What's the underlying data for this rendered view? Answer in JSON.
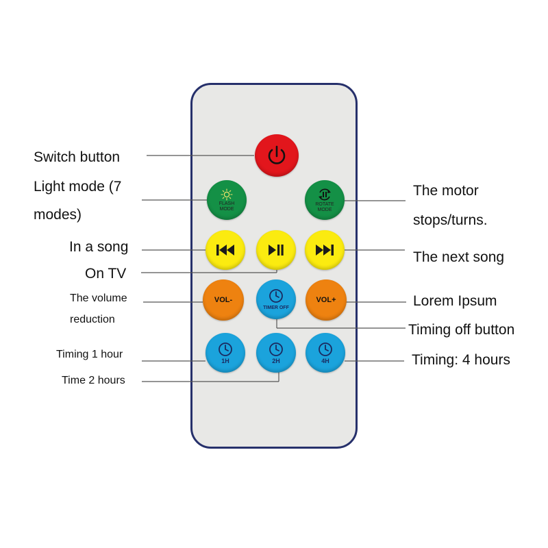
{
  "remote": {
    "body_color": "#e8e8e6",
    "border_color": "#26306b",
    "buttons": {
      "power": {
        "icon": "power-icon",
        "color": "#e2161c"
      },
      "flash": {
        "icon": "sun-icon",
        "line1": "FLASH",
        "line2": "MODE",
        "color": "#149046"
      },
      "rotate": {
        "icon": "rotate-pause-icon",
        "line1": "ROTATE",
        "line2": "MODE",
        "color": "#149046"
      },
      "prev": {
        "icon": "skip-previous-icon",
        "color": "#fbeb10"
      },
      "play_pause": {
        "icon": "play-pause-icon",
        "color": "#fbeb10"
      },
      "next": {
        "icon": "skip-next-icon",
        "color": "#fbeb10"
      },
      "vol_down": {
        "label": "VOL-",
        "color": "#ee8210"
      },
      "timer_off": {
        "icon": "clock-icon",
        "label": "TIMER OFF",
        "color": "#1ba3dc"
      },
      "vol_up": {
        "label": "VOL+",
        "color": "#ee8210"
      },
      "timer_1h": {
        "icon": "clock-icon",
        "label": "1H",
        "color": "#1ba3dc"
      },
      "timer_2h": {
        "icon": "clock-icon",
        "label": "2H",
        "color": "#1ba3dc"
      },
      "timer_4h": {
        "icon": "clock-icon",
        "label": "4H",
        "color": "#1ba3dc"
      }
    }
  },
  "annotations": {
    "switch": "Switch button",
    "light_mode_line1": "Light mode (7",
    "light_mode_line2": "modes)",
    "motor_line1": "The motor",
    "motor_line2": "stops/turns.",
    "in_a_song": "In a song",
    "on_tv": "On TV",
    "next_song": "The next song",
    "volume_line1": "The volume",
    "volume_line2": "reduction",
    "lorem": "Lorem Ipsum",
    "timing_off": "Timing off button",
    "timing_1h": "Timing 1 hour",
    "time_2h": "Time 2 hours",
    "timing_4h": "Timing: 4 hours"
  }
}
